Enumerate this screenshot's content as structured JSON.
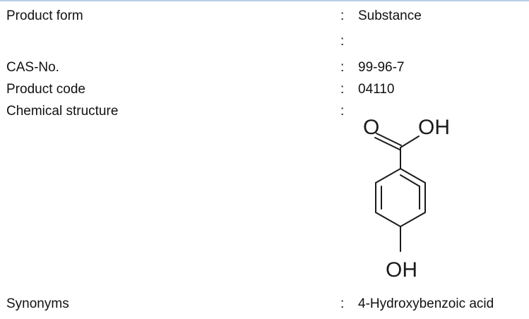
{
  "rows": [
    {
      "label": "Product form",
      "colon": ":",
      "value": "Substance"
    },
    {
      "label": "",
      "colon": ":",
      "value": ""
    },
    {
      "label": "CAS-No.",
      "colon": ":",
      "value": "99-96-7"
    },
    {
      "label": "Product code",
      "colon": ":",
      "value": "04110"
    },
    {
      "label": "Chemical structure",
      "colon": ":",
      "value": ""
    },
    {
      "label": "Synonyms",
      "colon": ":",
      "value": "4-Hydroxybenzoic acid"
    }
  ],
  "structure": {
    "atom_labels": [
      "O",
      "OH",
      "OH"
    ]
  }
}
